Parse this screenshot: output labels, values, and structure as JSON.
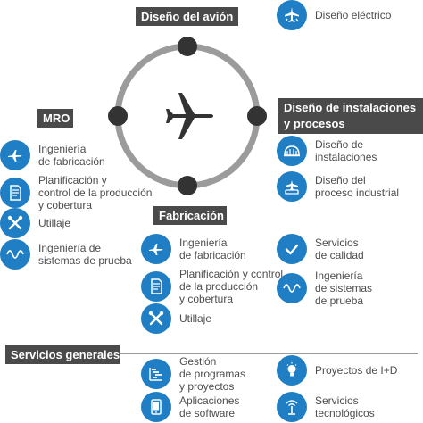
{
  "center_icon": "airplane-icon",
  "phases": {
    "diseno_avion": "Diseño del avión",
    "mro": "MRO",
    "diseno_instalaciones": "Diseño de instalaciones\ny procesos",
    "fabricacion": "Fabricación",
    "servicios_generales": "Servicios generales"
  },
  "top_right": [
    {
      "label": "Diseño eléctrico",
      "icon": "electric-plane-icon"
    }
  ],
  "instalaciones": [
    {
      "label": "Diseño de\ninstalaciones",
      "icon": "hangar-icon"
    },
    {
      "label": "Diseño del\nproceso industrial",
      "icon": "industrial-plane-icon"
    }
  ],
  "mro_items": [
    {
      "label": "Ingeniería\nde fabricación",
      "icon": "plane-engineering-icon"
    },
    {
      "label": "Planificación y\ncontrol de la producción\ny cobertura",
      "icon": "document-icon"
    },
    {
      "label": "Utillaje",
      "icon": "tools-icon"
    },
    {
      "label": "Ingeniería de\nsistemas de prueba",
      "icon": "wave-icon"
    }
  ],
  "fabricacion_items": [
    {
      "label": "Ingeniería\nde fabricación",
      "icon": "plane-engineering-icon"
    },
    {
      "label": "Planificación y control\nde la producción\ny cobertura",
      "icon": "document-icon"
    },
    {
      "label": "Utillaje",
      "icon": "tools-icon"
    }
  ],
  "calidad_items": [
    {
      "label": "Servicios\nde calidad",
      "icon": "checkmark-icon"
    },
    {
      "label": "Ingeniería\nde sistemas\nde prueba",
      "icon": "wave-icon"
    }
  ],
  "servicios_items": [
    {
      "label": "Gestión\nde programas\ny proyectos",
      "icon": "gantt-icon"
    },
    {
      "label": "Aplicaciones\nde software",
      "icon": "tablet-icon"
    },
    {
      "label": "Proyectos de I+D",
      "icon": "lightbulb-icon"
    },
    {
      "label": "Servicios\ntecnológicos",
      "icon": "satellite-icon"
    }
  ],
  "colors": {
    "accent": "#1f7ec4",
    "ring": "#9b9b9b",
    "node": "#333333",
    "label_bg": "#4a4a4a"
  }
}
